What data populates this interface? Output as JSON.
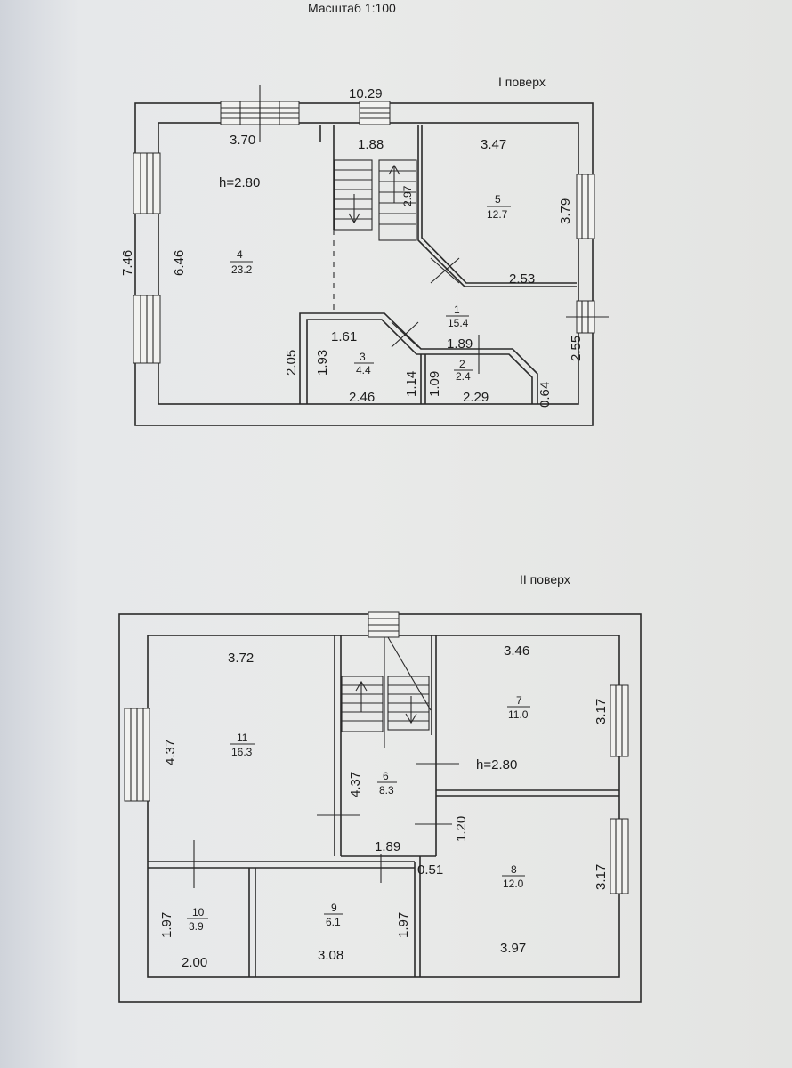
{
  "scale_label": "Масштаб  1:100",
  "floor1": {
    "title": "I поверх",
    "overall_width": "10.29",
    "overall_depth": "7.46",
    "ceiling": "h=2.80",
    "rooms": [
      {
        "num": "4",
        "area": "23.2"
      },
      {
        "num": "5",
        "area": "12.7"
      },
      {
        "num": "1",
        "area": "15.4"
      },
      {
        "num": "3",
        "area": "4.4"
      },
      {
        "num": "2",
        "area": "2.4"
      }
    ],
    "dims": {
      "r4_width": "3.70",
      "r4_depth": "6.46",
      "stair_width": "1.88",
      "stair_len": "2.97",
      "r5_width": "3.47",
      "r5_depth": "3.79",
      "r5_bottom": "2.53",
      "hall_depth": "2.55",
      "r3_outer": "2.05",
      "r3_depth": "1.93",
      "r3_top": "1.61",
      "r3_bottom": "2.46",
      "r3_right": "1.14",
      "r2_left": "1.09",
      "r2_top": "1.89",
      "r2_bottom": "2.29",
      "r2_right": "0.64"
    }
  },
  "floor2": {
    "title": "II поверх",
    "ceiling": "h=2.80",
    "rooms": [
      {
        "num": "11",
        "area": "16.3"
      },
      {
        "num": "7",
        "area": "11.0"
      },
      {
        "num": "6",
        "area": "8.3"
      },
      {
        "num": "8",
        "area": "12.0"
      },
      {
        "num": "9",
        "area": "6.1"
      },
      {
        "num": "10",
        "area": "3.9"
      }
    ],
    "dims": {
      "r11_width": "3.72",
      "r11_depth": "4.37",
      "r7_width": "3.46",
      "r7_depth": "3.17",
      "r6_depth": "4.37",
      "r6_width": "1.89",
      "r8_gap": "1.20",
      "r8_door": "0.51",
      "r8_depth": "3.17",
      "r8_width": "3.97",
      "r9_depth": "1.97",
      "r9_width": "3.08",
      "r10_depth": "1.97",
      "r10_width": "2.00"
    }
  }
}
